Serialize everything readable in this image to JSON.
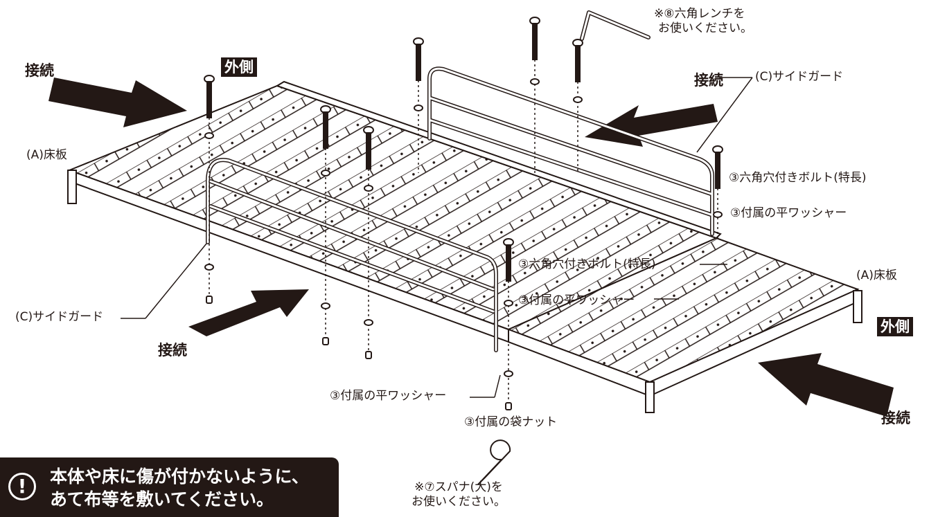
{
  "labels": {
    "connect": "接続",
    "outside": "外側",
    "floor_board": "(A)床板",
    "side_guard": "(C)サイドガード",
    "bolt_long": "③六角穴付きボルト(特長)",
    "flat_washer": "③付属の平ワッシャー",
    "cap_nut": "③付属の袋ナット",
    "hex_wrench_note_1": "※⑧六角レンチを",
    "hex_wrench_note_2": "お使いください。",
    "spanner_note_1": "※⑦スパナ(大)を",
    "spanner_note_2": "お使いください。"
  },
  "warning": {
    "icon": "exclamation-icon",
    "line1": "本体や床に傷が付かないように、",
    "line2": "あて布等を敷いてください。"
  },
  "colors": {
    "ink": "#231815",
    "arrow": "#231815",
    "background": "#ffffff"
  }
}
